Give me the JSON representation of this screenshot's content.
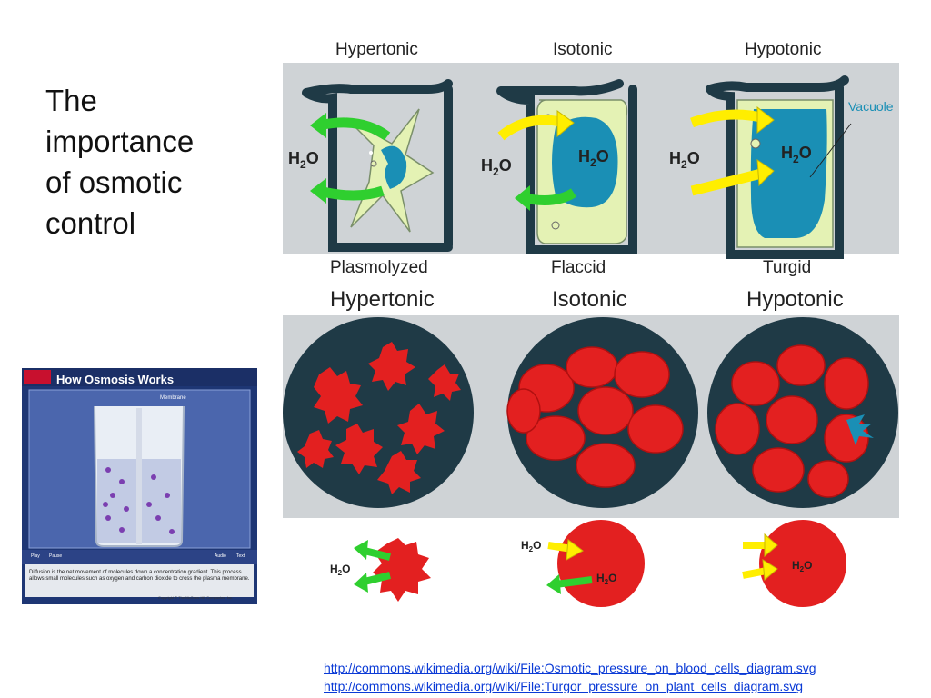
{
  "slide": {
    "title_lines": [
      "The",
      "importance",
      "of osmotic",
      "control"
    ]
  },
  "plant_diagram": {
    "top_labels": [
      "Hypertonic",
      "Isotonic",
      "Hypotonic"
    ],
    "bottom_labels": [
      "Plasmolyzed",
      "Flaccid",
      "Turgid"
    ],
    "vacuole_label": "Vacuole",
    "water_label_main": "H",
    "water_label_sub": "2",
    "water_label_end": "O",
    "colors": {
      "cell_wall": "#1f3a46",
      "cytoplasm": "#e4f2b4",
      "vacuole": "#1a8fb5",
      "arrow_in": "#ffee00",
      "arrow_out": "#2fcf2f"
    }
  },
  "blood_diagram": {
    "labels": [
      "Hypertonic",
      "Isotonic",
      "Hypotonic"
    ],
    "colors": {
      "panel_bg": "#cfd3d6",
      "circle_bg": "#1f3a46",
      "cell": "#e32020"
    }
  },
  "animation_widget": {
    "title": "How Osmosis Works",
    "membrane_label": "Membrane",
    "buttons": [
      "Play",
      "Pause",
      "Audio",
      "Text"
    ],
    "caption": "Diffusion is the net movement of molecules down a concentration gradient. This process allows small molecules such as oxygen and carbon dioxide to cross the plasma membrane.",
    "copyright": "Copyright © The McGraw-Hill Companies, Inc."
  },
  "links": [
    "http://commons.wikimedia.org/wiki/File:Osmotic_pressure_on_blood_cells_diagram.svg",
    "http://commons.wikimedia.org/wiki/File:Turgor_pressure_on_plant_cells_diagram.svg"
  ]
}
